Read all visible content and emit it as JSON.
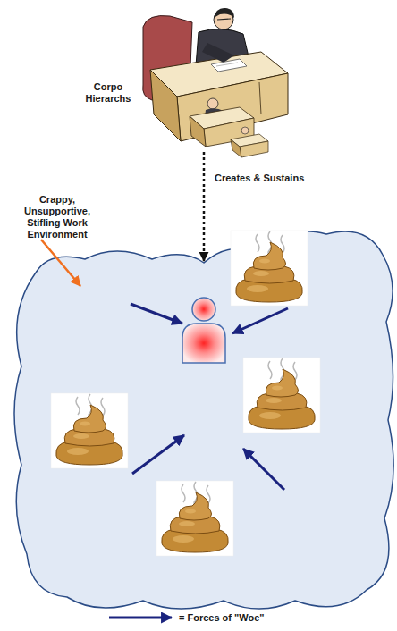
{
  "diagram": {
    "nodes": [
      {
        "text": [
          "Corpo Hierarchs"
        ]
      },
      {
        "text": [
          "Crappy, Unsupportive, Stifling Work Environment"
        ]
      }
    ],
    "edges": [
      {
        "from": 0,
        "to": 1,
        "label": "Creates & Sustains",
        "arrow": "to"
      }
    ],
    "legend": [
      {
        "text": "= Forces of \"Woe\""
      }
    ]
  }
}
